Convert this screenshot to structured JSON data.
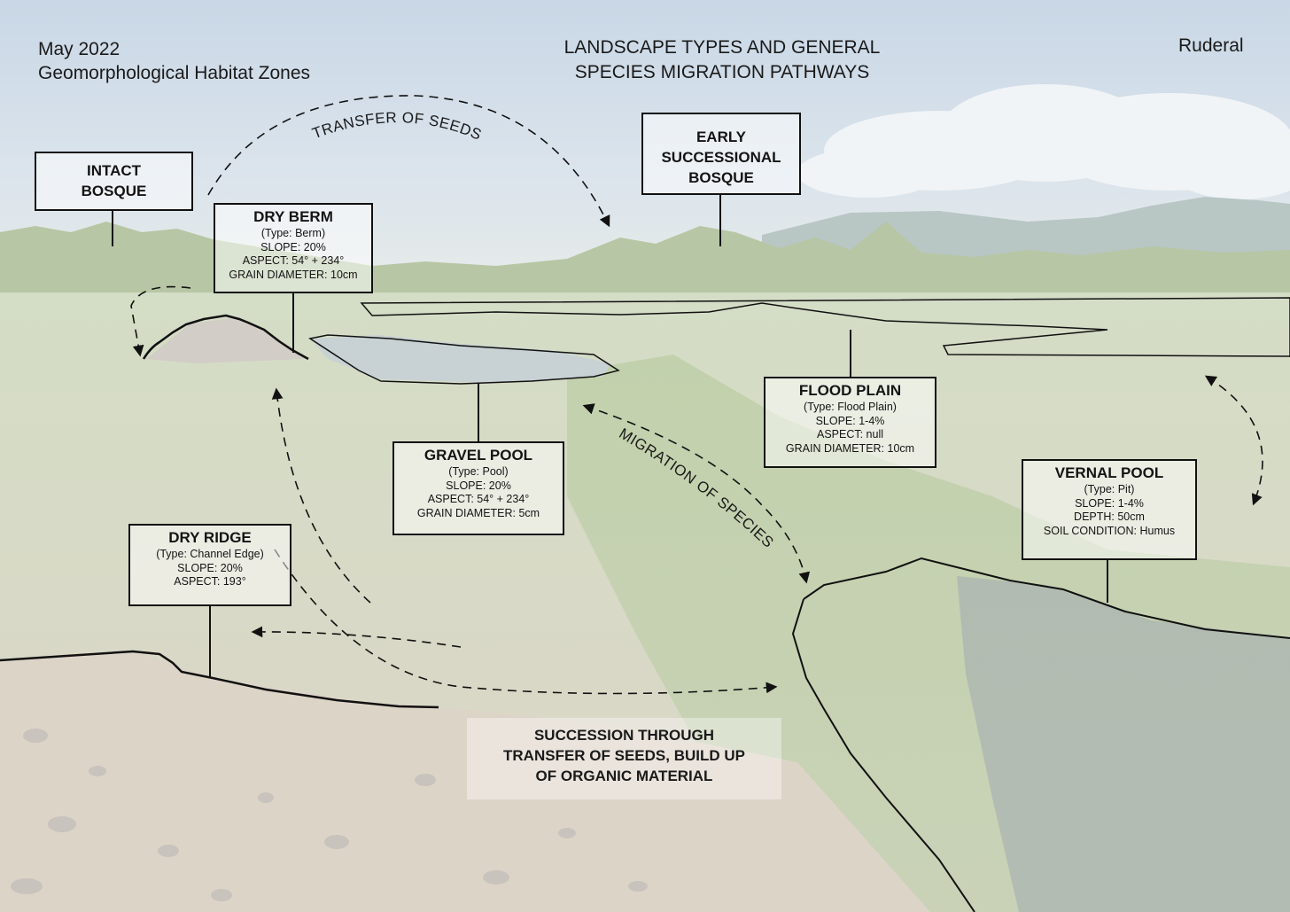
{
  "header": {
    "date": "May 2022",
    "subtitle": "Geomorphological Habitat Zones",
    "title_line1": "LANDSCAPE TYPES AND GENERAL",
    "title_line2": "SPECIES MIGRATION PATHWAYS",
    "brand": "Ruderal"
  },
  "zones": {
    "intact_bosque": {
      "line1": "INTACT",
      "line2": "BOSQUE"
    },
    "early_bosque": {
      "line1": "EARLY",
      "line2": "SUCCESSIONAL",
      "line3": "BOSQUE"
    },
    "dry_berm": {
      "title": "DRY BERM",
      "type": "(Type: Berm)",
      "slope": "SLOPE: 20%",
      "aspect": "ASPECT: 54° + 234°",
      "grain": "GRAIN DIAMETER: 10cm"
    },
    "gravel_pool": {
      "title": "GRAVEL POOL",
      "type": "(Type: Pool)",
      "slope": "SLOPE: 20%",
      "aspect": "ASPECT: 54° + 234°",
      "grain": "GRAIN DIAMETER: 5cm"
    },
    "flood_plain": {
      "title": "FLOOD PLAIN",
      "type": "(Type: Flood Plain)",
      "slope": "SLOPE: 1-4%",
      "aspect": "ASPECT: null",
      "grain": "GRAIN DIAMETER: 10cm"
    },
    "vernal_pool": {
      "title": "VERNAL POOL",
      "type": "(Type: Pit)",
      "slope": "SLOPE: 1-4%",
      "depth": "DEPTH: 50cm",
      "soil": "SOIL CONDITION: Humus"
    },
    "dry_ridge": {
      "title": "DRY RIDGE",
      "type": "(Type: Channel Edge)",
      "slope": "SLOPE: 20%",
      "aspect": "ASPECT: 193°"
    }
  },
  "annotations": {
    "transfer_of_seeds": "TRANSFER OF SEEDS",
    "migration_of_species": "MIGRATION OF SPECIES",
    "succession_line1": "SUCCESSION THROUGH",
    "succession_line2": "TRANSFER OF SEEDS, BUILD UP",
    "succession_line3": "OF ORGANIC MATERIAL"
  }
}
